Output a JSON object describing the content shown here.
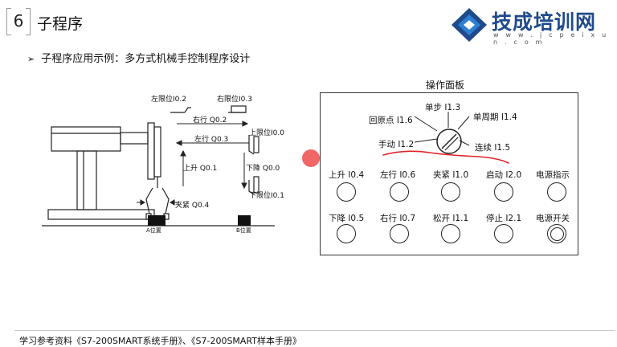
{
  "header": {
    "chapter_number": "6",
    "chapter_title": "子程序"
  },
  "logo": {
    "name": "技成培训网",
    "url": "w w w . j c p e i x u n . c o m",
    "colors": {
      "primary": "#1f4a8c",
      "accent": "#2e7fd1"
    }
  },
  "content": {
    "bullet": "子程序应用示例：多方式机械手控制程序设计"
  },
  "mechanism": {
    "labels": {
      "left_limit": "左限位I0.2",
      "right_limit": "右限位I0.3",
      "move_right": "右行 Q0.2",
      "move_left": "左行 Q0.3",
      "upper_limit": "上限位I0.0",
      "move_up": "上升 Q0.1",
      "move_down": "下降 Q0.0",
      "lower_limit": "下限位I0.1",
      "clamp": "夹紧 Q0.4",
      "pos_a": "A位置",
      "pos_b": "B位置"
    }
  },
  "panel": {
    "title": "操作面板",
    "selector": {
      "single_step": "单步 I1.3",
      "home": "回原点 I1.6",
      "single_cycle": "单周期 I1.4",
      "manual": "手动 I1.2",
      "continuous": "连续 I1.5"
    },
    "row1": [
      "上升 I0.4",
      "左行 I0.6",
      "夹紧 I1.0",
      "启动 I2.0",
      "电源指示"
    ],
    "row2": [
      "下降 I0.5",
      "右行 I0.7",
      "松开 I1.1",
      "停止 I2.1",
      "电源开关"
    ],
    "annotation_color": "#e0242b",
    "pointer_color": "#f06767"
  },
  "footer": {
    "text": "学习参考资料《S7-200SMART系统手册》、《S7-200SMART样本手册》"
  }
}
